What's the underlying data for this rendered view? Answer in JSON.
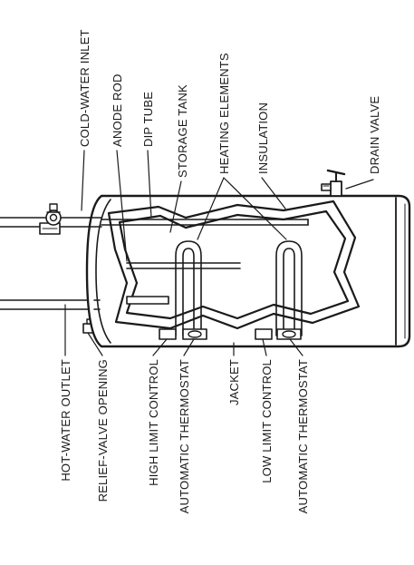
{
  "labels_top": [
    {
      "id": "cold-water-inlet",
      "text": "COLD-WATER INLET"
    },
    {
      "id": "anode-rod",
      "text": "ANODE ROD"
    },
    {
      "id": "dip-tube",
      "text": "DIP TUBE"
    },
    {
      "id": "storage-tank",
      "text": "STORAGE TANK"
    },
    {
      "id": "heating-elements",
      "text": "HEATING ELEMENTS"
    },
    {
      "id": "insulation",
      "text": "INSULATION"
    },
    {
      "id": "drain-valve",
      "text": "DRAIN VALVE"
    }
  ],
  "labels_bottom": [
    {
      "id": "hot-water-outlet",
      "text": "HOT-WATER OUTLET"
    },
    {
      "id": "relief-valve-opening",
      "text": "RELIEF-VALVE OPENING"
    },
    {
      "id": "high-limit-control",
      "text": "HIGH LIMIT CONTROL"
    },
    {
      "id": "automatic-thermostat-1",
      "text": "AUTOMATIC THERMOSTAT"
    },
    {
      "id": "jacket",
      "text": "JACKET"
    },
    {
      "id": "low-limit-control",
      "text": "LOW LIMIT CONTROL"
    },
    {
      "id": "automatic-thermostat-2",
      "text": "AUTOMATIC THERMOSTAT"
    }
  ],
  "colors": {
    "ink": "#1a1a1a",
    "paper": "#ffffff"
  }
}
